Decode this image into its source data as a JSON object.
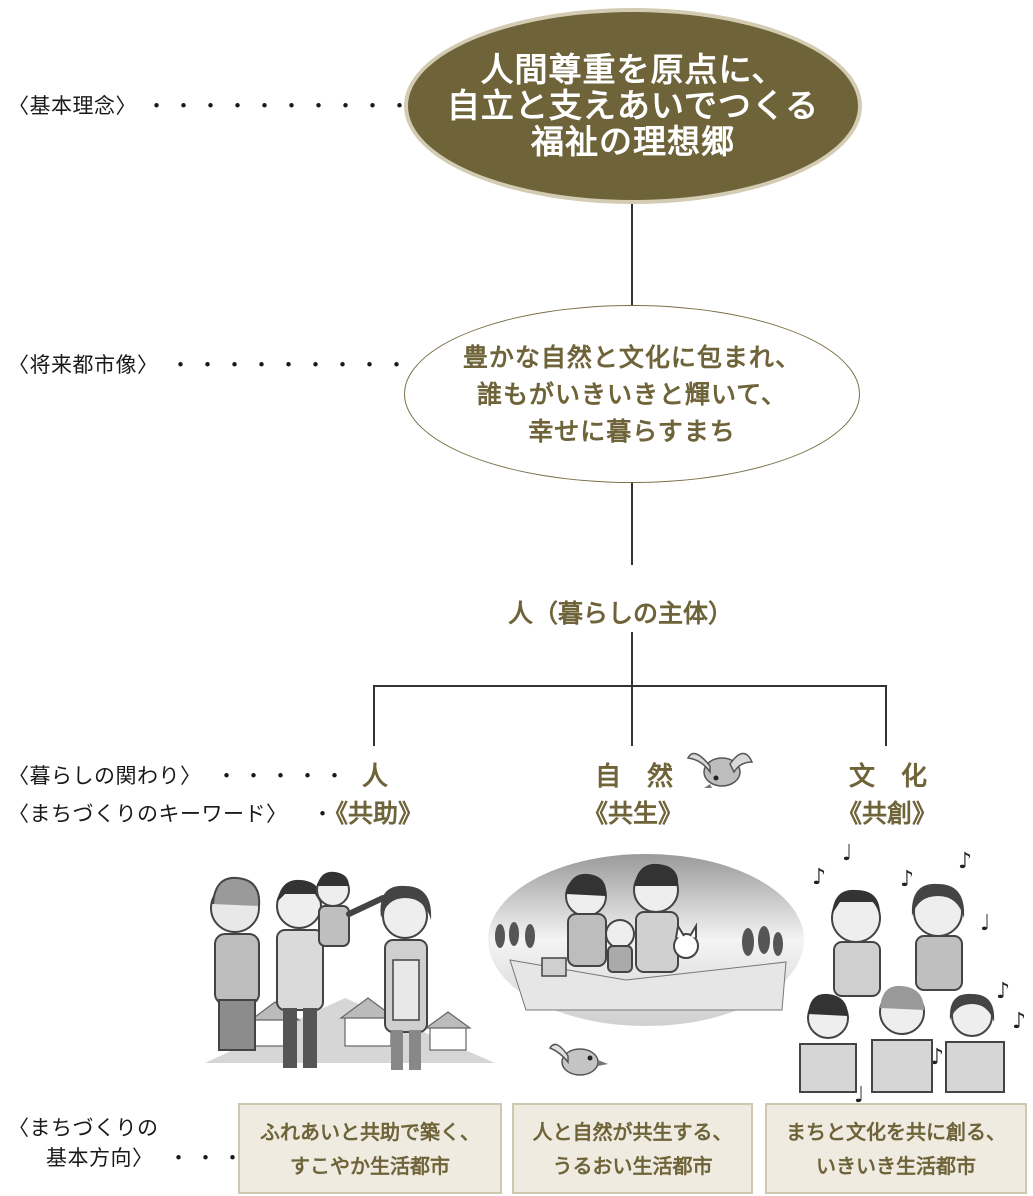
{
  "labels": {
    "basic_concept": "〈基本理念〉",
    "future_image": "〈将来都市像〉",
    "relation": "〈暮らしの関わり〉",
    "keyword": "〈まちづくりのキーワード〉",
    "direction_line1": "〈まちづくりの",
    "direction_line2": "基本方向〉",
    "dots_long": "・・・・・・・・・・",
    "dots_mid": "・・・・・",
    "dots_one": "・",
    "dots_short": "・・・"
  },
  "basic_concept": {
    "lines": [
      "人間尊重を原点に、",
      "自立と支えあいでつくる",
      "福祉の理想郷"
    ]
  },
  "future_image": {
    "lines": [
      "豊かな自然と文化に包まれ、",
      "誰もがいきいきと輝いて、",
      "幸せに暮らすまち"
    ]
  },
  "subject": "人（暮らしの主体）",
  "branches": [
    {
      "category": "人",
      "keyword": "《共助》",
      "direction": [
        "ふれあいと共助で築く、",
        "すこやか生活都市"
      ]
    },
    {
      "category": "自　然",
      "keyword": "《共生》",
      "direction": [
        "人と自然が共生する、",
        "うるおい生活都市"
      ]
    },
    {
      "category": "文　化",
      "keyword": "《共創》",
      "direction": [
        "まちと文化を共に創る、",
        "いきいき生活都市"
      ]
    }
  ],
  "colors": {
    "olive": "#6e6339",
    "oval_border": "#d3cbb2",
    "box_fill": "#efebe0",
    "box_border": "#cfc8b0"
  }
}
